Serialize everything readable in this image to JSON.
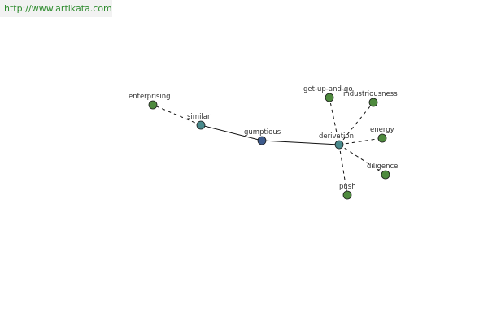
{
  "site_url": "http://www.artikata.com",
  "colors": {
    "center_node": "#3d5a8c",
    "hub_node": "#4a8a8c",
    "leaf_node": "#4e8a3e",
    "edge": "#111111",
    "url_text": "#2e8b2e",
    "url_background": "#f2f2f2"
  },
  "graph": {
    "nodes": [
      {
        "id": "gumptious",
        "label": "gumptious",
        "kind": "center"
      },
      {
        "id": "similar",
        "label": "similar",
        "kind": "hub"
      },
      {
        "id": "derivation",
        "label": "derivation",
        "kind": "hub"
      },
      {
        "id": "enterprising",
        "label": "enterprising",
        "kind": "leaf"
      },
      {
        "id": "get-up-and-go",
        "label": "get-up-and-go",
        "kind": "leaf"
      },
      {
        "id": "industriousness",
        "label": "industriousness",
        "kind": "leaf"
      },
      {
        "id": "energy",
        "label": "energy",
        "kind": "leaf"
      },
      {
        "id": "diligence",
        "label": "diligence",
        "kind": "leaf"
      },
      {
        "id": "push",
        "label": "push",
        "kind": "leaf"
      }
    ],
    "edges": [
      {
        "from": "gumptious",
        "to": "similar",
        "style": "solid"
      },
      {
        "from": "gumptious",
        "to": "derivation",
        "style": "solid"
      },
      {
        "from": "similar",
        "to": "enterprising",
        "style": "dashed"
      },
      {
        "from": "derivation",
        "to": "get-up-and-go",
        "style": "dashed"
      },
      {
        "from": "derivation",
        "to": "industriousness",
        "style": "dashed"
      },
      {
        "from": "derivation",
        "to": "energy",
        "style": "dashed"
      },
      {
        "from": "derivation",
        "to": "diligence",
        "style": "dashed"
      },
      {
        "from": "derivation",
        "to": "push",
        "style": "dashed"
      }
    ]
  }
}
